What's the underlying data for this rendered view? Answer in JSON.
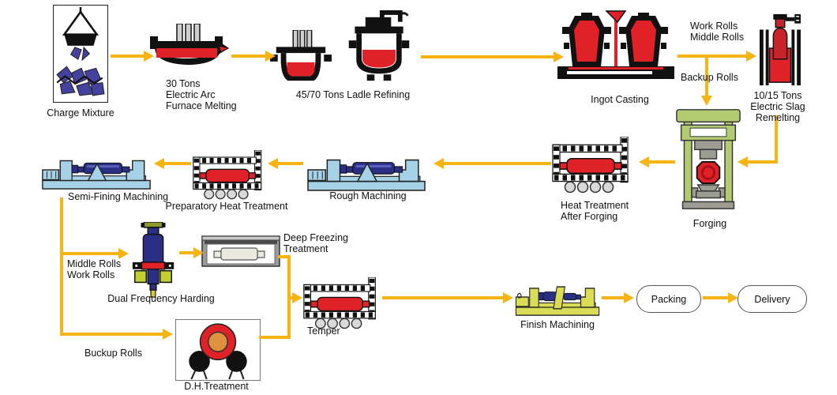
{
  "diagram": {
    "stages": {
      "charge_mixture": {
        "label": "Charge Mixture"
      },
      "eaf": {
        "label": "30 Tons\nElectric Arc\nFurnace Melting"
      },
      "ladle_refining": {
        "label": "45/70 Tons Ladle Refining"
      },
      "ingot_casting": {
        "label": "Ingot Casting"
      },
      "esr": {
        "label": "10/15 Tons\nElectric Slag Remelting"
      },
      "forging": {
        "label": "Forging"
      },
      "ht_after_forging": {
        "label": "Heat Treatment\nAfter Forging"
      },
      "rough_machining": {
        "label": "Rough Machining"
      },
      "preparatory_ht": {
        "label": "Preparatory Heat Treatment"
      },
      "semi_fining": {
        "label": "Semi-Fining Machining"
      },
      "dual_frequency_harding": {
        "label": "Dual Frequency Harding"
      },
      "deep_freezing": {
        "label": "Deep Freezing\nTreatment"
      },
      "temper": {
        "label": "Temper"
      },
      "dh_treatment": {
        "label": "D.H.Treatment"
      },
      "finish_machining": {
        "label": "Finish Machining"
      },
      "packing": {
        "label": "Packing"
      },
      "delivery": {
        "label": "Delivery"
      }
    },
    "branch_labels": {
      "work_middle_rolls": "Work Rolls\nMiddle Rolls",
      "backup_rolls": "Backup Rolls",
      "middle_work_rolls": "Middle Rolls\nWork Rolls",
      "buckup_rolls": "Buckup Rolls"
    },
    "edges": [
      {
        "from": "Charge Mixture",
        "to": "30 Tons Electric Arc Furnace Melting"
      },
      {
        "from": "30 Tons Electric Arc Furnace Melting",
        "to": "45/70 Tons Ladle Refining"
      },
      {
        "from": "45/70 Tons Ladle Refining",
        "to": "Ingot Casting"
      },
      {
        "from": "Ingot Casting",
        "to": "10/15 Tons Electric Slag Remelting",
        "note": "Work Rolls / Middle Rolls"
      },
      {
        "from": "Ingot Casting",
        "to": "Forging",
        "note": "Backup Rolls"
      },
      {
        "from": "10/15 Tons Electric Slag Remelting",
        "to": "Forging"
      },
      {
        "from": "Forging",
        "to": "Heat Treatment After Forging"
      },
      {
        "from": "Heat Treatment After Forging",
        "to": "Rough Machining"
      },
      {
        "from": "Rough Machining",
        "to": "Preparatory Heat Treatment"
      },
      {
        "from": "Preparatory Heat Treatment",
        "to": "Semi-Fining Machining"
      },
      {
        "from": "Semi-Fining Machining",
        "to": "Dual Frequency Harding",
        "note": "Middle Rolls / Work Rolls"
      },
      {
        "from": "Semi-Fining Machining",
        "to": "D.H.Treatment",
        "note": "Buckup Rolls"
      },
      {
        "from": "Dual Frequency Harding",
        "to": "Deep Freezing Treatment"
      },
      {
        "from": "Deep Freezing Treatment",
        "to": "Temper"
      },
      {
        "from": "D.H.Treatment",
        "to": "Temper"
      },
      {
        "from": "Temper",
        "to": "Finish Machining"
      },
      {
        "from": "Finish Machining",
        "to": "Packing"
      },
      {
        "from": "Packing",
        "to": "Delivery"
      }
    ],
    "colors": {
      "arrow_yellow": "#F8B412",
      "hot_metal_red": "#E02127",
      "electrode_dark_red": "#C8232A",
      "machine_light_blue": "#A5D2E6",
      "roll_navy": "#2B2F84",
      "press_green": "#B2CB70",
      "metal_grey": "#9C9C92",
      "finish_machine_yellow": "#DBDC55",
      "scrap_purple": "#45419E",
      "dh_orange": "#E0913D"
    }
  }
}
